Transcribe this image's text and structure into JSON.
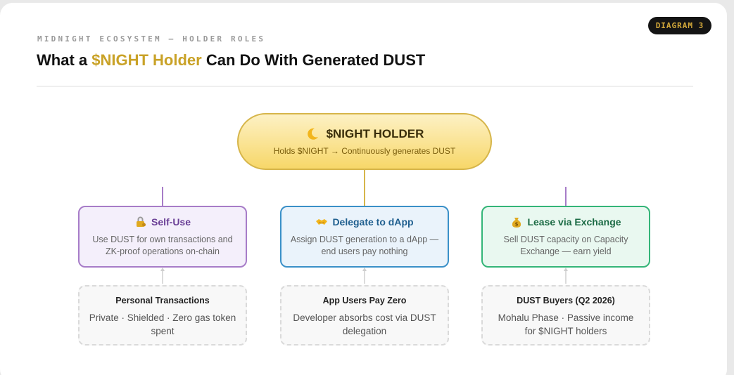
{
  "badge": "DIAGRAM 3",
  "eyebrow": "MIDNIGHT ECOSYSTEM — HOLDER ROLES",
  "title": {
    "before": "What a ",
    "highlight": "$NIGHT Holder",
    "after": " Can Do With Generated DUST"
  },
  "root": {
    "icon": "crescent-moon-icon",
    "title": "$NIGHT HOLDER",
    "subtitle": "Holds $NIGHT → Continuously generates DUST"
  },
  "roles": [
    {
      "icon": "lock-key-icon",
      "title": "Self-Use",
      "desc": "Use DUST for own transactions and ZK-proof operations on-chain",
      "color": "#a77cc8"
    },
    {
      "icon": "handshake-icon",
      "title": "Delegate to dApp",
      "desc": "Assign DUST generation to a dApp — end users pay nothing",
      "color": "#3a90c8"
    },
    {
      "icon": "money-bag-icon",
      "title": "Lease via Exchange",
      "desc": "Sell DUST capacity on Capacity Exchange — earn yield",
      "color": "#34b578"
    }
  ],
  "outcomes": [
    {
      "title": "Personal Transactions",
      "desc": "Private · Shielded · Zero gas token spent"
    },
    {
      "title": "App Users Pay Zero",
      "desc": "Developer absorbs cost via DUST delegation"
    },
    {
      "title": "DUST Buyers (Q2 2026)",
      "desc": "Mohalu Phase · Passive income for $NIGHT holders"
    }
  ],
  "colors": {
    "accent_gold": "#c9a227",
    "self_use": "#a77cc8",
    "delegate": "#3a90c8",
    "lease": "#34b578",
    "badge_bg": "#141414"
  }
}
